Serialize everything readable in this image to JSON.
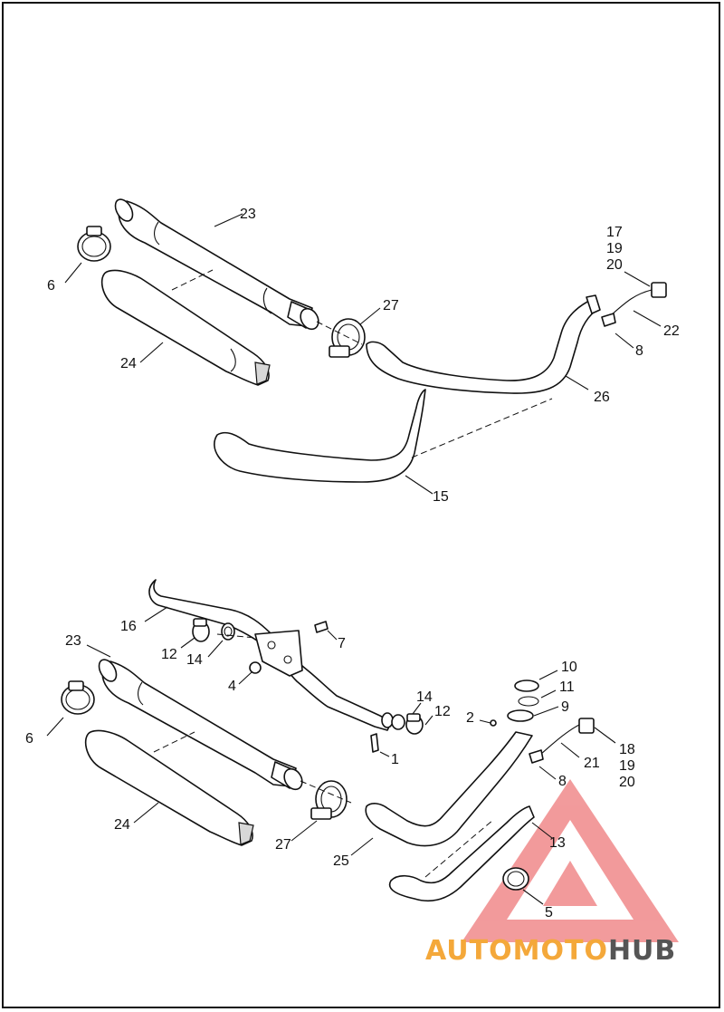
{
  "diagram": {
    "callouts_upper": [
      "23",
      "6",
      "24",
      "27",
      "17",
      "19",
      "20",
      "22",
      "8",
      "26",
      "15"
    ],
    "callouts_lower": [
      "16",
      "23",
      "12",
      "14",
      "7",
      "4",
      "6",
      "10",
      "11",
      "9",
      "14",
      "12",
      "2",
      "1",
      "18",
      "21",
      "19",
      "20",
      "8",
      "24",
      "27",
      "25",
      "13",
      "5"
    ]
  },
  "watermark": {
    "part1": "AUTO",
    "part2": "MOTO",
    "part3": "HUB",
    "color_primary": "#f4a83a",
    "color_secondary": "#e8494a",
    "color_dark": "#555555"
  }
}
